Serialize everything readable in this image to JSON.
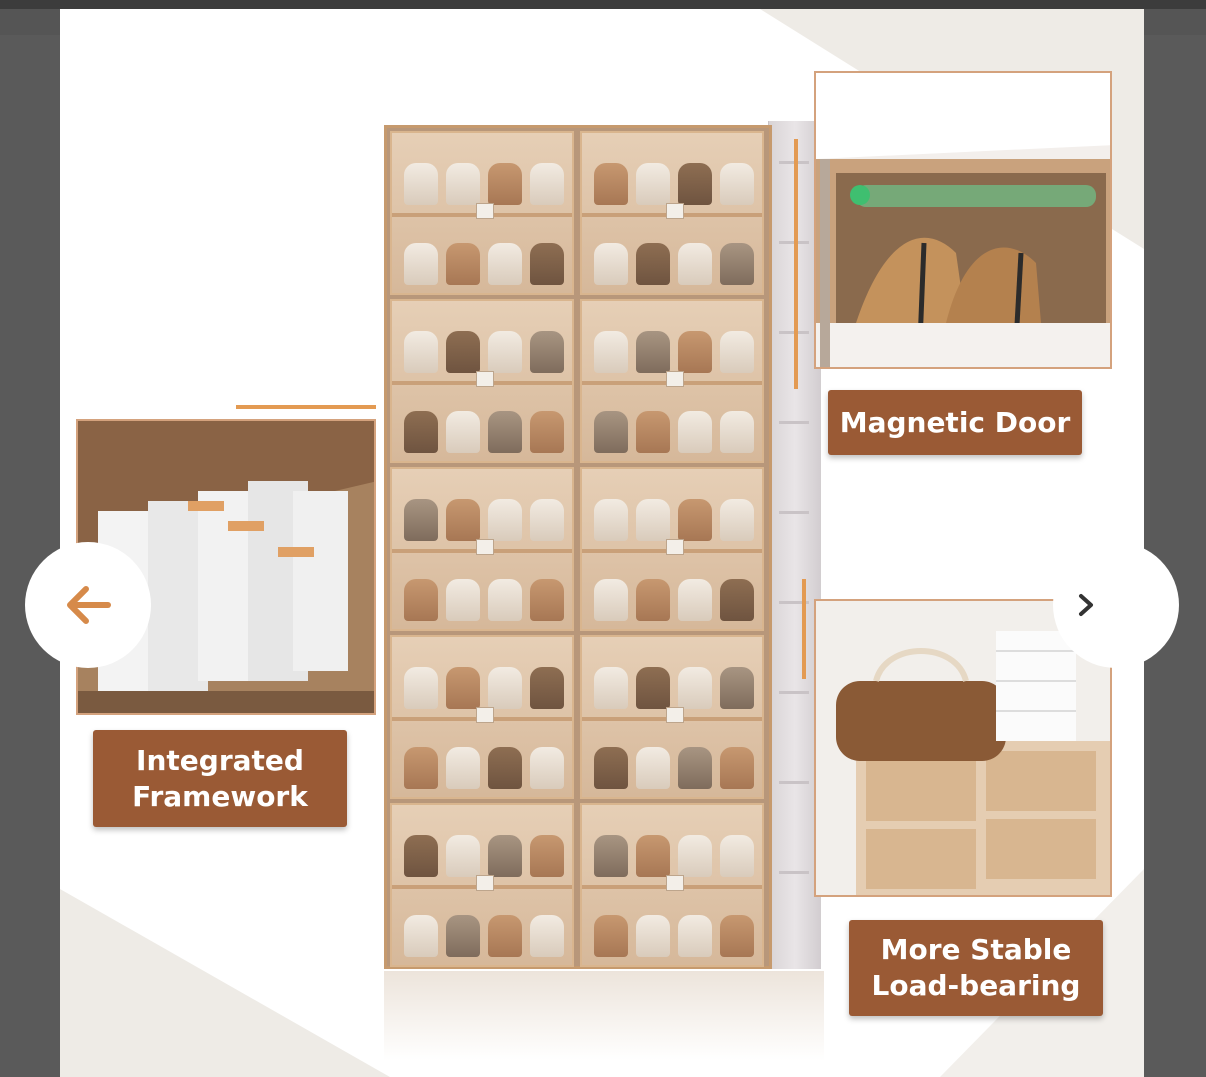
{
  "product_image": {
    "features": [
      {
        "id": "magnetic",
        "label": "Magnetic Door"
      },
      {
        "id": "framework",
        "label": "Integrated\nFramework"
      },
      {
        "id": "load",
        "label": "More Stable\nLoad-bearing"
      }
    ]
  },
  "carousel": {
    "prev_icon": "arrow-left-icon",
    "next_icon": "chevron-right-icon"
  },
  "colors": {
    "label_background": "#9a5a35",
    "accent": "#e39a52",
    "page_background": "#5a5a5a"
  }
}
